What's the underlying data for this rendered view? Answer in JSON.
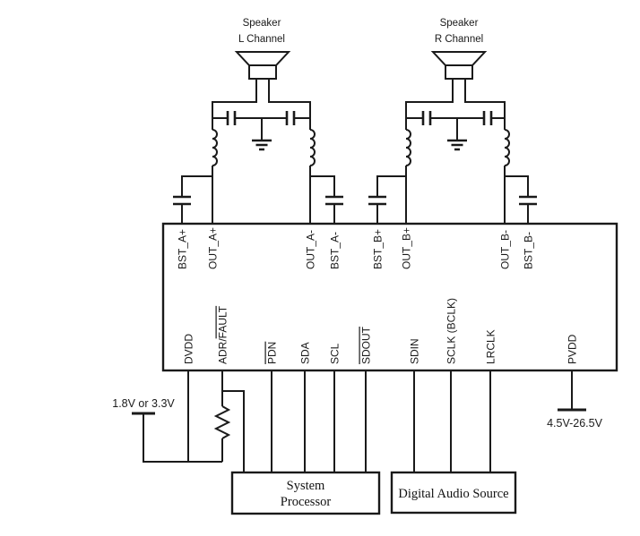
{
  "speaker_left": {
    "line1": "Speaker",
    "line2": "L Channel"
  },
  "speaker_right": {
    "line1": "Speaker",
    "line2": "R Channel"
  },
  "ic": {
    "top_pins": [
      {
        "label": "BST_A+"
      },
      {
        "label": "OUT_A+"
      },
      {
        "label": "OUT_A-"
      },
      {
        "label": "BST_A-"
      },
      {
        "label": "BST_B+"
      },
      {
        "label": "OUT_B+"
      },
      {
        "label": "OUT_B-"
      },
      {
        "label": "BST_B-"
      }
    ],
    "bottom_pins": [
      {
        "label": "DVDD",
        "overline": "none"
      },
      {
        "label": "ADR/FAULT",
        "overline": "partial",
        "label_base": "ADR/",
        "label_overlined": "FAULT"
      },
      {
        "label": "PDN",
        "overline": "full"
      },
      {
        "label": "SDA",
        "overline": "none"
      },
      {
        "label": "SCL",
        "overline": "none"
      },
      {
        "label": "SDOUT",
        "overline": "full"
      },
      {
        "label": "SDIN",
        "overline": "none"
      },
      {
        "label": "SCLK (BCLK)",
        "overline": "none"
      },
      {
        "label": "LRCLK",
        "overline": "none"
      },
      {
        "label": "PVDD",
        "overline": "none"
      }
    ]
  },
  "supplies": {
    "logic": "1.8V or 3.3V",
    "power": "4.5V-26.5V"
  },
  "blocks": {
    "system_processor": {
      "line1": "System",
      "line2": "Processor"
    },
    "digital_audio_source": {
      "label": "Digital Audio Source"
    }
  },
  "colors": {
    "line": "#1a1a1a",
    "background": "#ffffff"
  }
}
